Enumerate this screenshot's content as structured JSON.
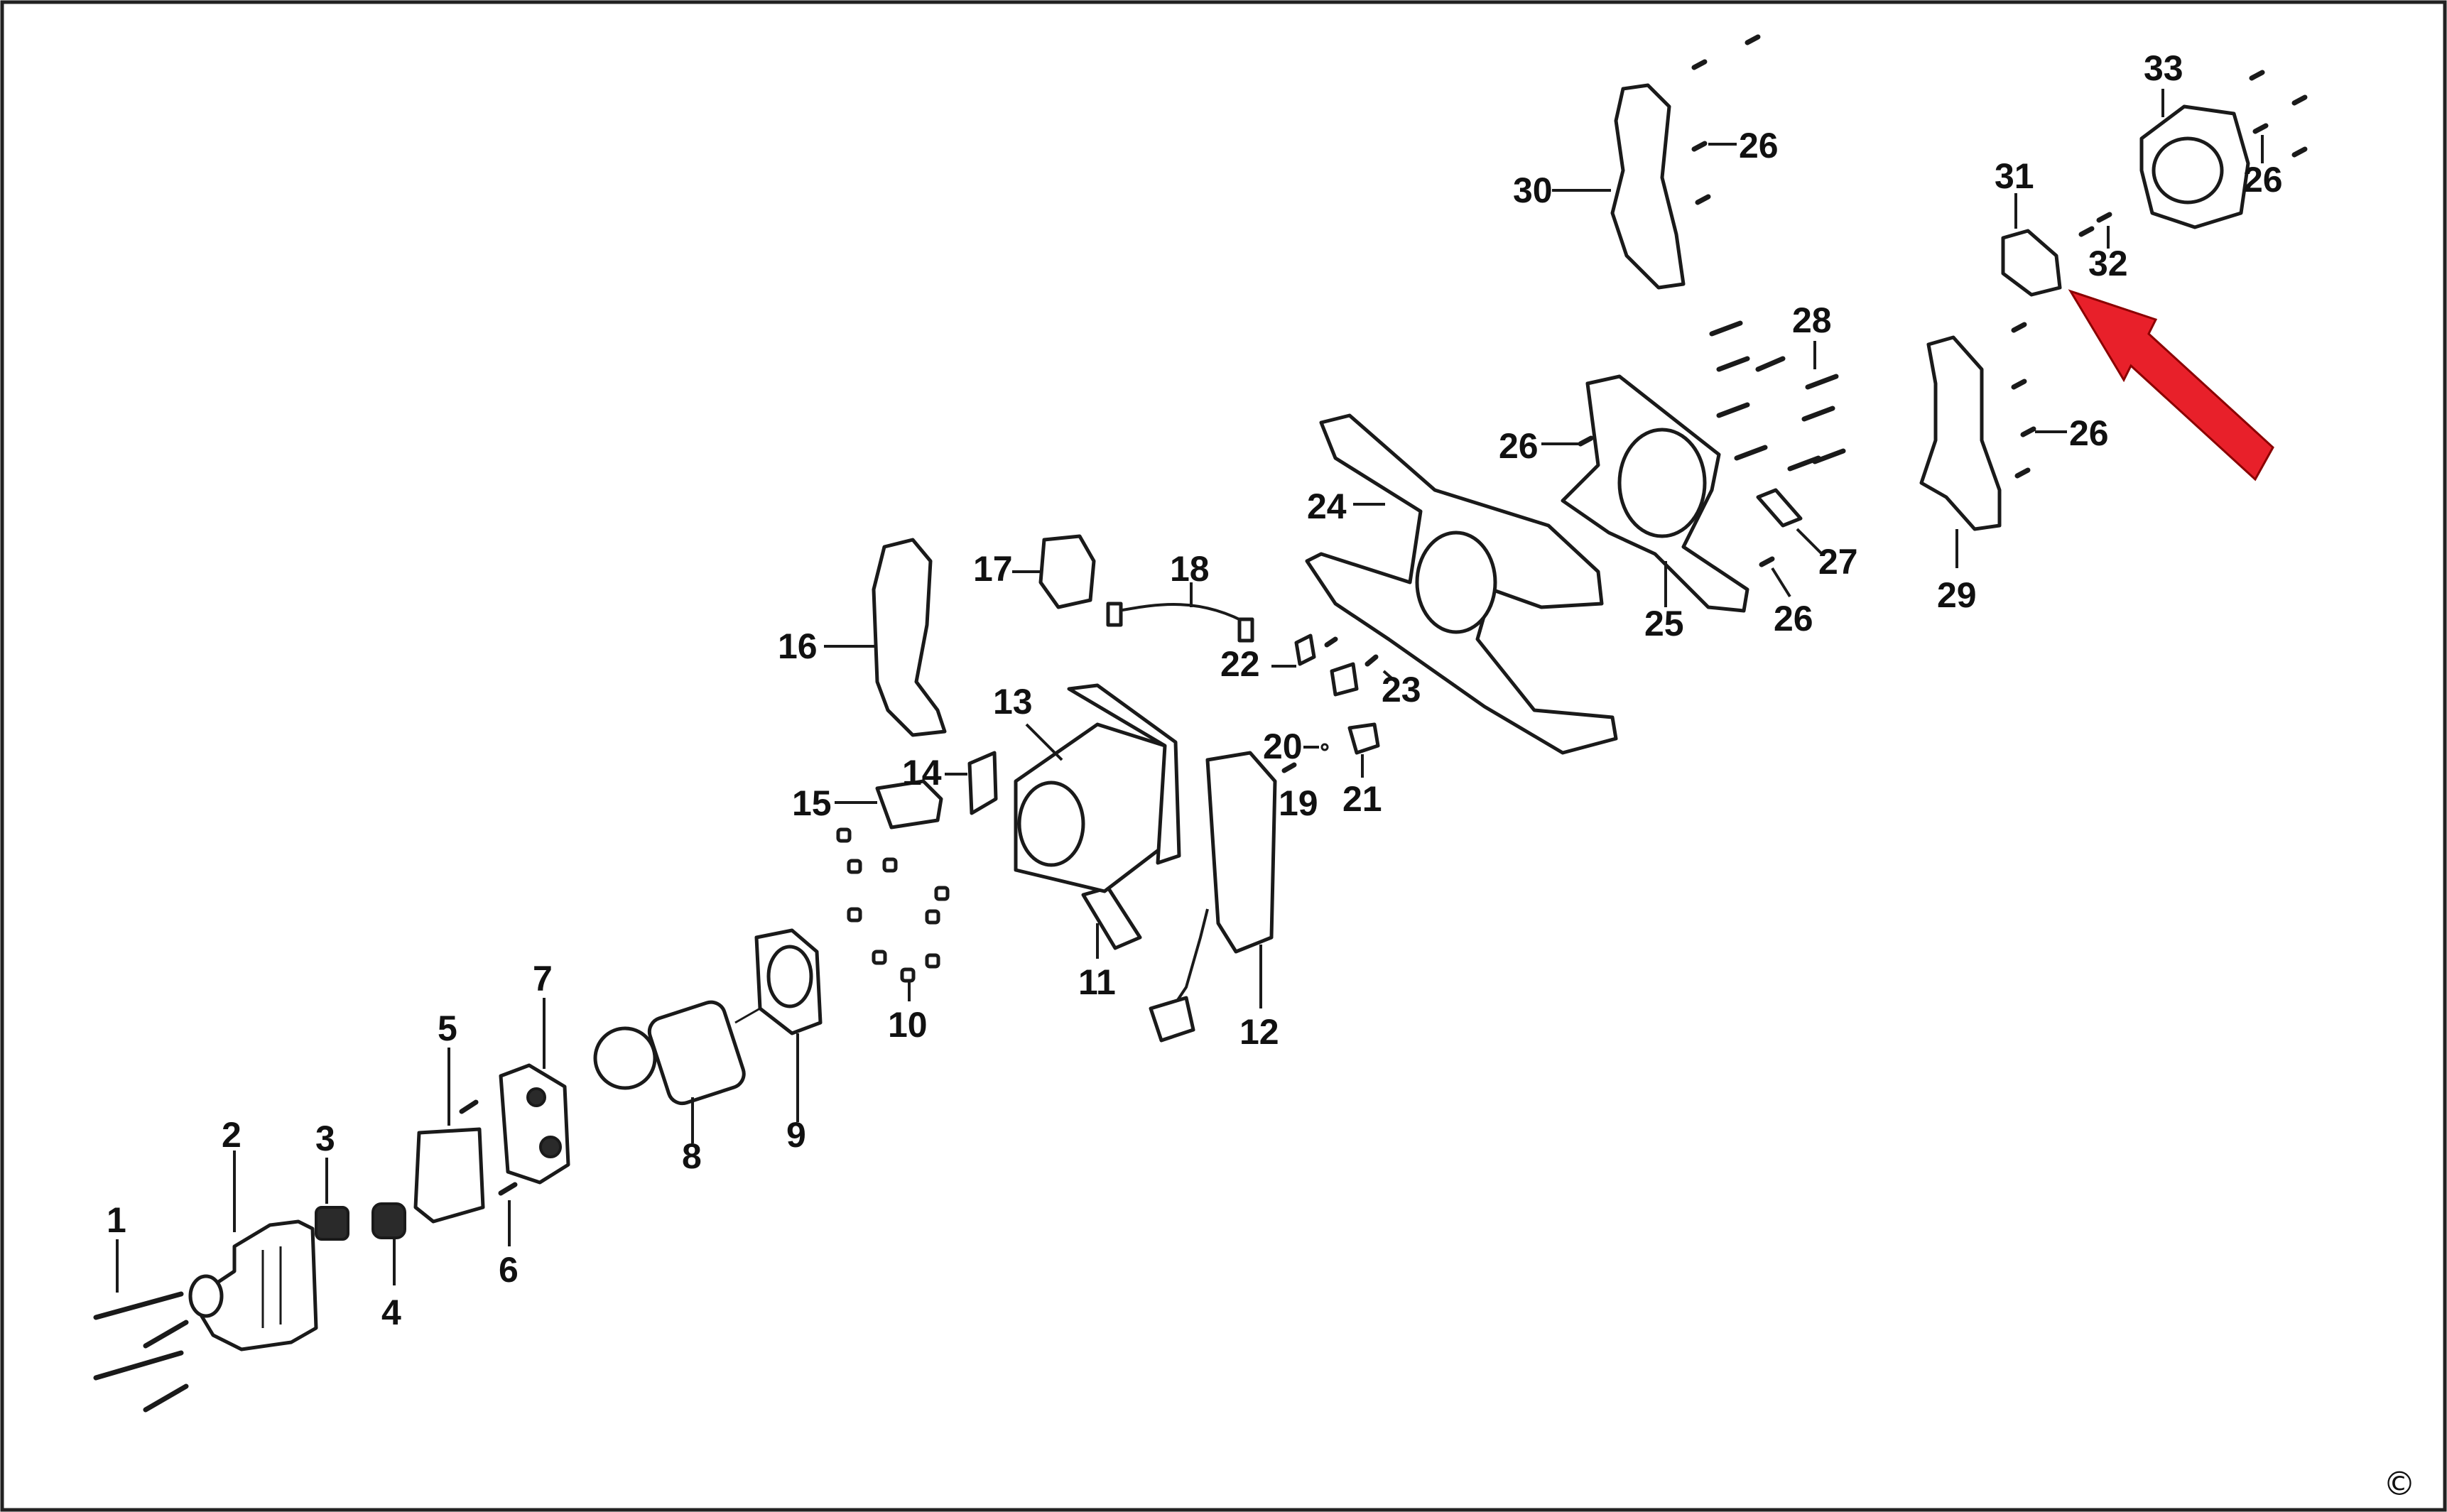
{
  "diagram": {
    "part_numbers": [
      "1",
      "2",
      "3",
      "4",
      "5",
      "6",
      "7",
      "8",
      "9",
      "10",
      "11",
      "12",
      "13",
      "14",
      "15",
      "16",
      "17",
      "18",
      "19",
      "20",
      "21",
      "22",
      "23",
      "24",
      "25",
      "26",
      "26",
      "26",
      "26",
      "26",
      "27",
      "28",
      "29",
      "30",
      "31",
      "32",
      "33"
    ],
    "copyright_mark": "©",
    "pointer_arrow_color": "#e8202a",
    "line_color": "#1a1a1a",
    "background_color": "#ffffff"
  }
}
